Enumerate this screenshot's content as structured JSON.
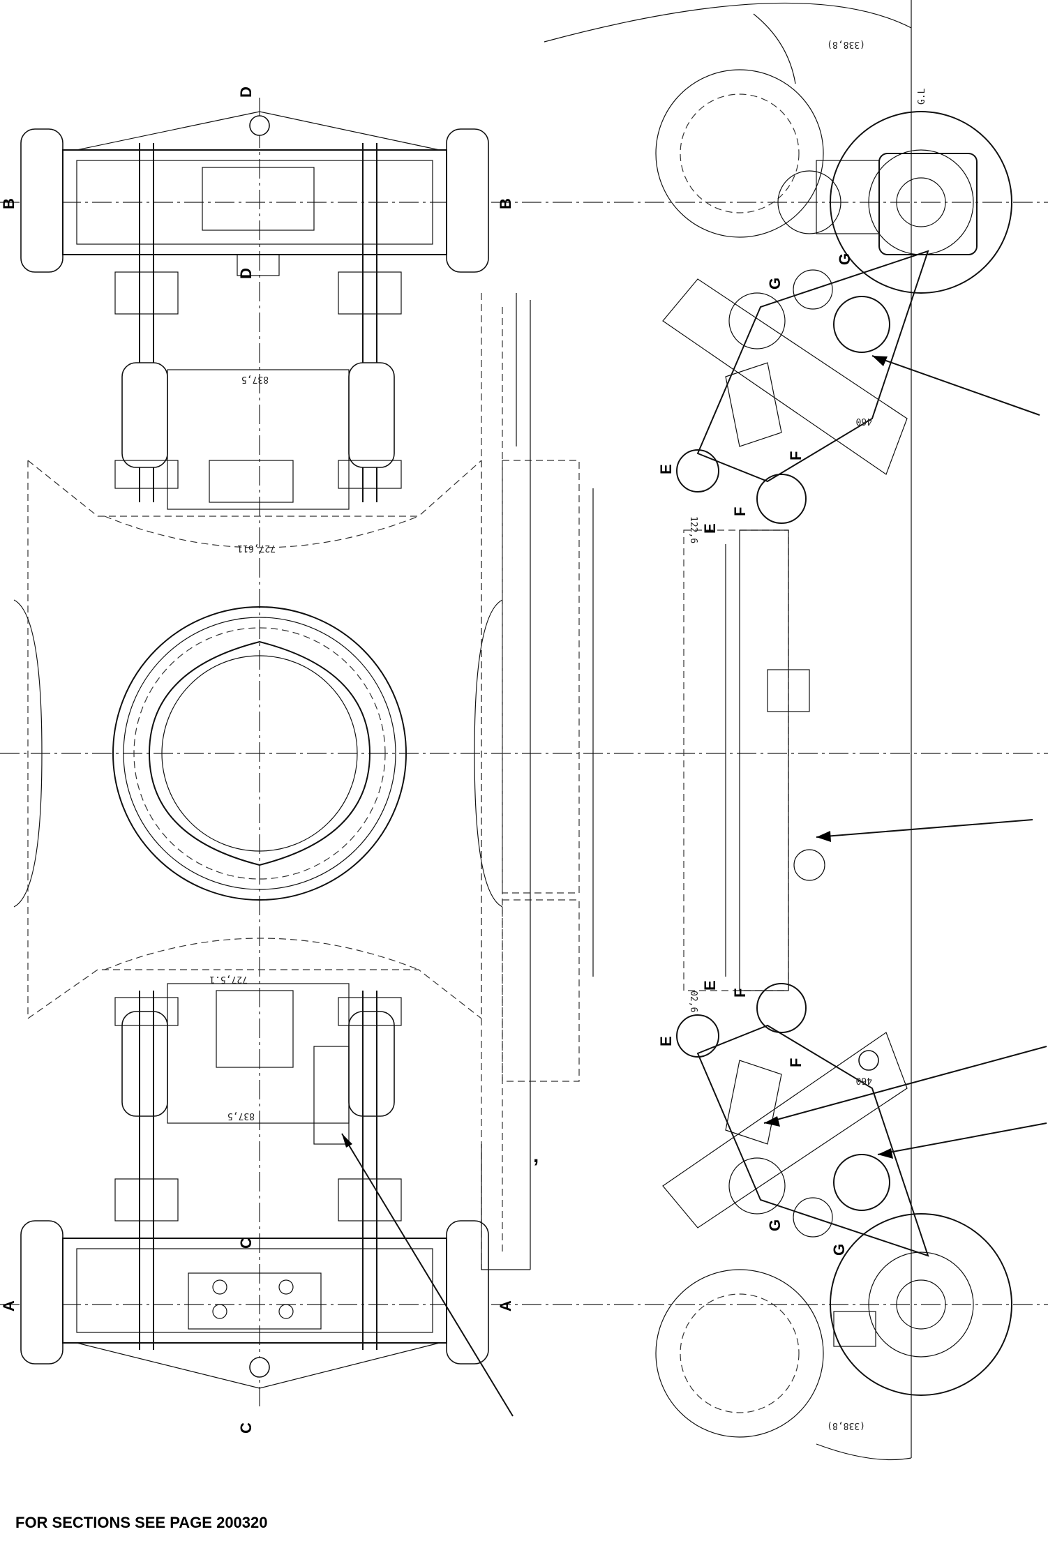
{
  "footer_note": "FOR SECTIONS SEE PAGE 200320",
  "stray_mark": ",",
  "section_labels": {
    "A": "A",
    "B": "B",
    "C": "C",
    "D": "D",
    "E": "E",
    "F": "F",
    "G": "G"
  },
  "dimensions": {
    "d_837_5_top": "837,5",
    "d_837_5_bottom": "837,5",
    "d_727_611_top": "727,611",
    "d_727_5_bottom": "727,5.1",
    "d_460_top": "460",
    "d_460_bottom": "460",
    "d_122_6": "122,6",
    "d_02_6": "02,6",
    "d_338_right_top": "(338,8)",
    "d_338_right_bottom": "(338,8)",
    "gl": "G.L"
  }
}
